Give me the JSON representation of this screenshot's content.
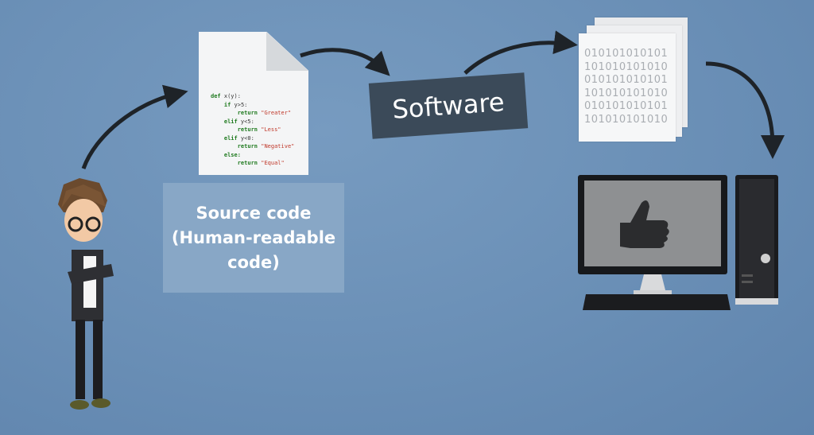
{
  "code_lines": [
    {
      "kw": "def",
      "rest": " x(y):",
      "str": ""
    },
    {
      "kw": "    if",
      "rest": " y>5:",
      "str": ""
    },
    {
      "kw": "        return",
      "rest": " ",
      "str": "\"Greater\""
    },
    {
      "kw": "    elif",
      "rest": " y<5:",
      "str": ""
    },
    {
      "kw": "        return",
      "rest": " ",
      "str": "\"Less\""
    },
    {
      "kw": "    elif",
      "rest": " y<0:",
      "str": ""
    },
    {
      "kw": "        return",
      "rest": " ",
      "str": "\"Negative\""
    },
    {
      "kw": "    else:",
      "rest": "",
      "str": ""
    },
    {
      "kw": "        return",
      "rest": " ",
      "str": "\"Equal\""
    }
  ],
  "source_label": {
    "line1": "Source code",
    "line2": "(Human-readable",
    "line3": "code)"
  },
  "software_label": "Software",
  "binary_lines": [
    "010101010101",
    "101010101010",
    "010101010101",
    "101010101010",
    "010101010101",
    "101010101010"
  ],
  "colors": {
    "background": "#6a8fb6",
    "label_box": "#88a7c6",
    "software_box": "#3b4a59"
  }
}
